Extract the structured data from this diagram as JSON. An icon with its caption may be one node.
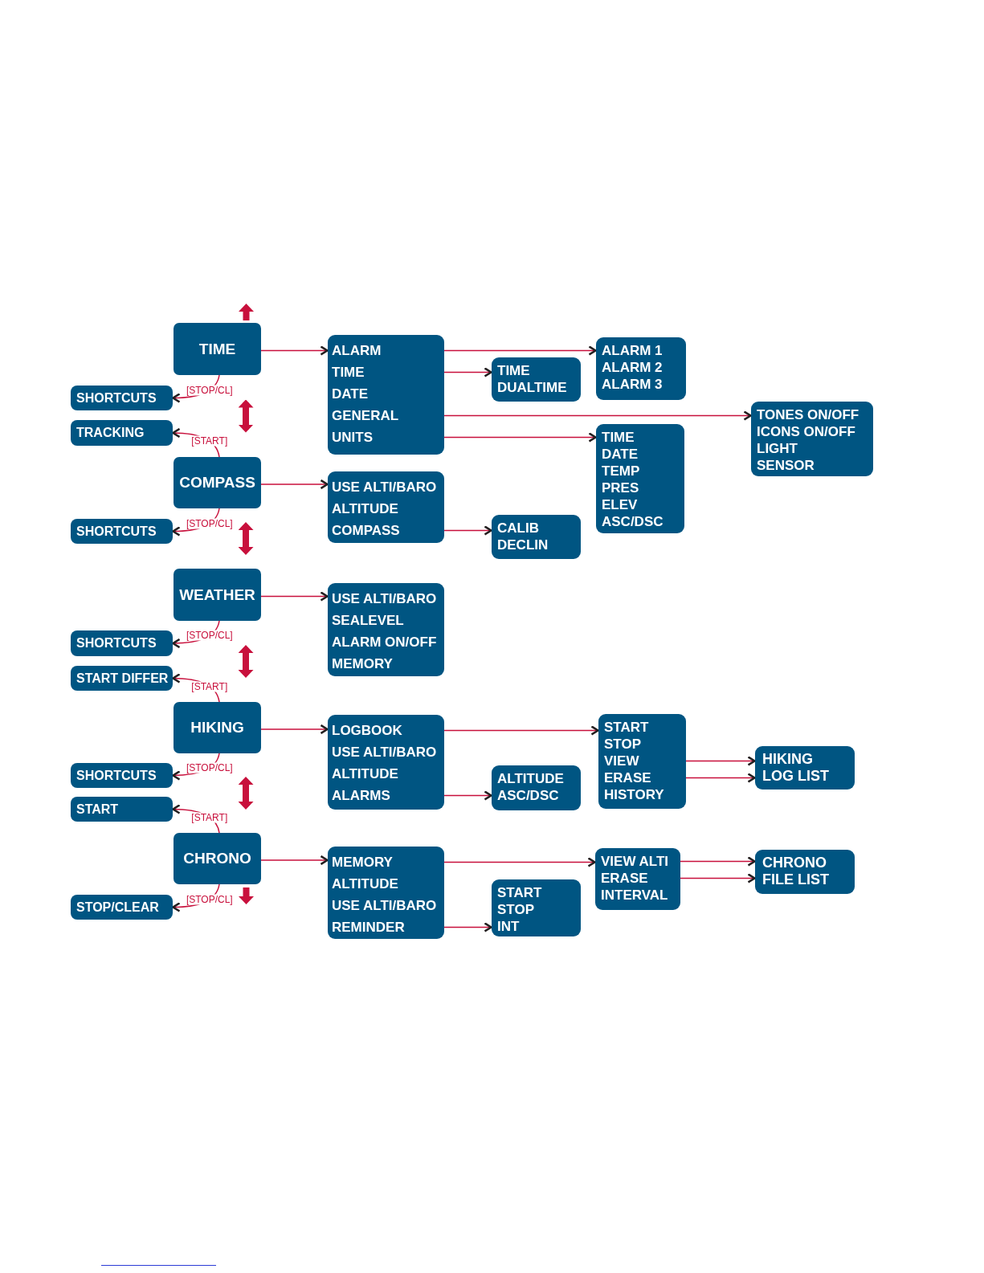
{
  "diagram": {
    "nodes": [
      {
        "text": [
          "TIME"
        ]
      },
      {
        "text": [
          "SHORTCUTS"
        ]
      },
      {
        "text": [
          "TRACKING"
        ]
      },
      {
        "text": [
          "COMPASS"
        ]
      },
      {
        "text": [
          "SHORTCUTS"
        ]
      },
      {
        "text": [
          "WEATHER"
        ]
      },
      {
        "text": [
          "SHORTCUTS"
        ]
      },
      {
        "text": [
          "START DIFFER"
        ]
      },
      {
        "text": [
          "HIKING"
        ]
      },
      {
        "text": [
          "SHORTCUTS"
        ]
      },
      {
        "text": [
          "START"
        ]
      },
      {
        "text": [
          "CHRONO"
        ]
      },
      {
        "text": [
          "STOP/CLEAR"
        ]
      },
      {
        "text": [
          "ALARM",
          "TIME",
          "DATE",
          "GENERAL",
          "UNITS"
        ]
      },
      {
        "text": [
          "ALARM 1",
          "ALARM 2",
          "ALARM 3"
        ]
      },
      {
        "text": [
          "TIME",
          "DUALTIME"
        ]
      },
      {
        "text": [
          "TONES ON/OFF",
          "ICONS ON/OFF",
          "LIGHT",
          "SENSOR"
        ]
      },
      {
        "text": [
          "TIME",
          "DATE",
          "TEMP",
          "PRES",
          "ELEV",
          "ASC/DSC"
        ]
      },
      {
        "text": [
          "USE ALTI/BARO",
          "ALTITUDE",
          "COMPASS"
        ]
      },
      {
        "text": [
          "CALIB",
          "DECLIN"
        ]
      },
      {
        "text": [
          "USE ALTI/BARO",
          "SEALEVEL",
          "ALARM ON/OFF",
          "MEMORY"
        ]
      },
      {
        "text": [
          "LOGBOOK",
          "USE ALTI/BARO",
          "ALTITUDE",
          "ALARMS"
        ]
      },
      {
        "text": [
          "START",
          "STOP",
          "VIEW",
          "ERASE",
          "HISTORY"
        ]
      },
      {
        "text": [
          "ALTITUDE",
          "ASC/DSC"
        ]
      },
      {
        "text": [
          "HIKING LOG LIST"
        ]
      },
      {
        "text": [
          "MEMORY",
          "ALTITUDE",
          "USE ALTI/BARO",
          "REMINDER"
        ]
      },
      {
        "text": [
          "VIEW ALTI",
          "ERASE",
          "INTERVAL"
        ]
      },
      {
        "text": [
          "START",
          "STOP",
          "INT"
        ]
      },
      {
        "text": [
          "CHRONO FILE LIST"
        ]
      }
    ],
    "edges": [
      {
        "from": 0,
        "to": 13,
        "arrow": "to"
      },
      {
        "from": 13,
        "to": 14,
        "arrow": "to"
      },
      {
        "from": 13,
        "to": 15,
        "arrow": "to"
      },
      {
        "from": 13,
        "to": 16,
        "arrow": "to"
      },
      {
        "from": 13,
        "to": 17,
        "arrow": "to"
      },
      {
        "from": 3,
        "to": 18,
        "arrow": "to"
      },
      {
        "from": 18,
        "to": 19,
        "arrow": "to"
      },
      {
        "from": 5,
        "to": 20,
        "arrow": "to"
      },
      {
        "from": 8,
        "to": 21,
        "arrow": "to"
      },
      {
        "from": 21,
        "to": 22,
        "arrow": "to"
      },
      {
        "from": 21,
        "to": 23,
        "arrow": "to"
      },
      {
        "from": 22,
        "to": 24,
        "arrow": "to"
      },
      {
        "from": 22,
        "to": 24,
        "arrow": "to"
      },
      {
        "from": 11,
        "to": 25,
        "arrow": "to"
      },
      {
        "from": 25,
        "to": 26,
        "arrow": "to"
      },
      {
        "from": 25,
        "to": 27,
        "arrow": "to"
      },
      {
        "from": 26,
        "to": 28,
        "arrow": "to"
      },
      {
        "from": 26,
        "to": 28,
        "arrow": "to"
      },
      {
        "from": 0,
        "to": 1,
        "arrow": "to",
        "label": "[STOP/CL]"
      },
      {
        "from": 3,
        "to": 2,
        "arrow": "to",
        "label": "[START]"
      },
      {
        "from": 3,
        "to": 4,
        "arrow": "to",
        "label": "[STOP/CL]"
      },
      {
        "from": 5,
        "to": 6,
        "arrow": "to",
        "label": "[STOP/CL]"
      },
      {
        "from": 8,
        "to": 7,
        "arrow": "to",
        "label": "[START]"
      },
      {
        "from": 8,
        "to": 9,
        "arrow": "to",
        "label": "[STOP/CL]"
      },
      {
        "from": 11,
        "to": 10,
        "arrow": "to",
        "label": "[START]"
      },
      {
        "from": 11,
        "to": 12,
        "arrow": "to",
        "label": "[STOP/CL]"
      },
      {
        "from": 0,
        "to": 3,
        "arrow": "both",
        "style": "thick"
      },
      {
        "from": 3,
        "to": 5,
        "arrow": "both",
        "style": "thick"
      },
      {
        "from": 5,
        "to": 8,
        "arrow": "both",
        "style": "thick"
      },
      {
        "from": 8,
        "to": 11,
        "arrow": "both",
        "style": "thick"
      }
    ]
  }
}
